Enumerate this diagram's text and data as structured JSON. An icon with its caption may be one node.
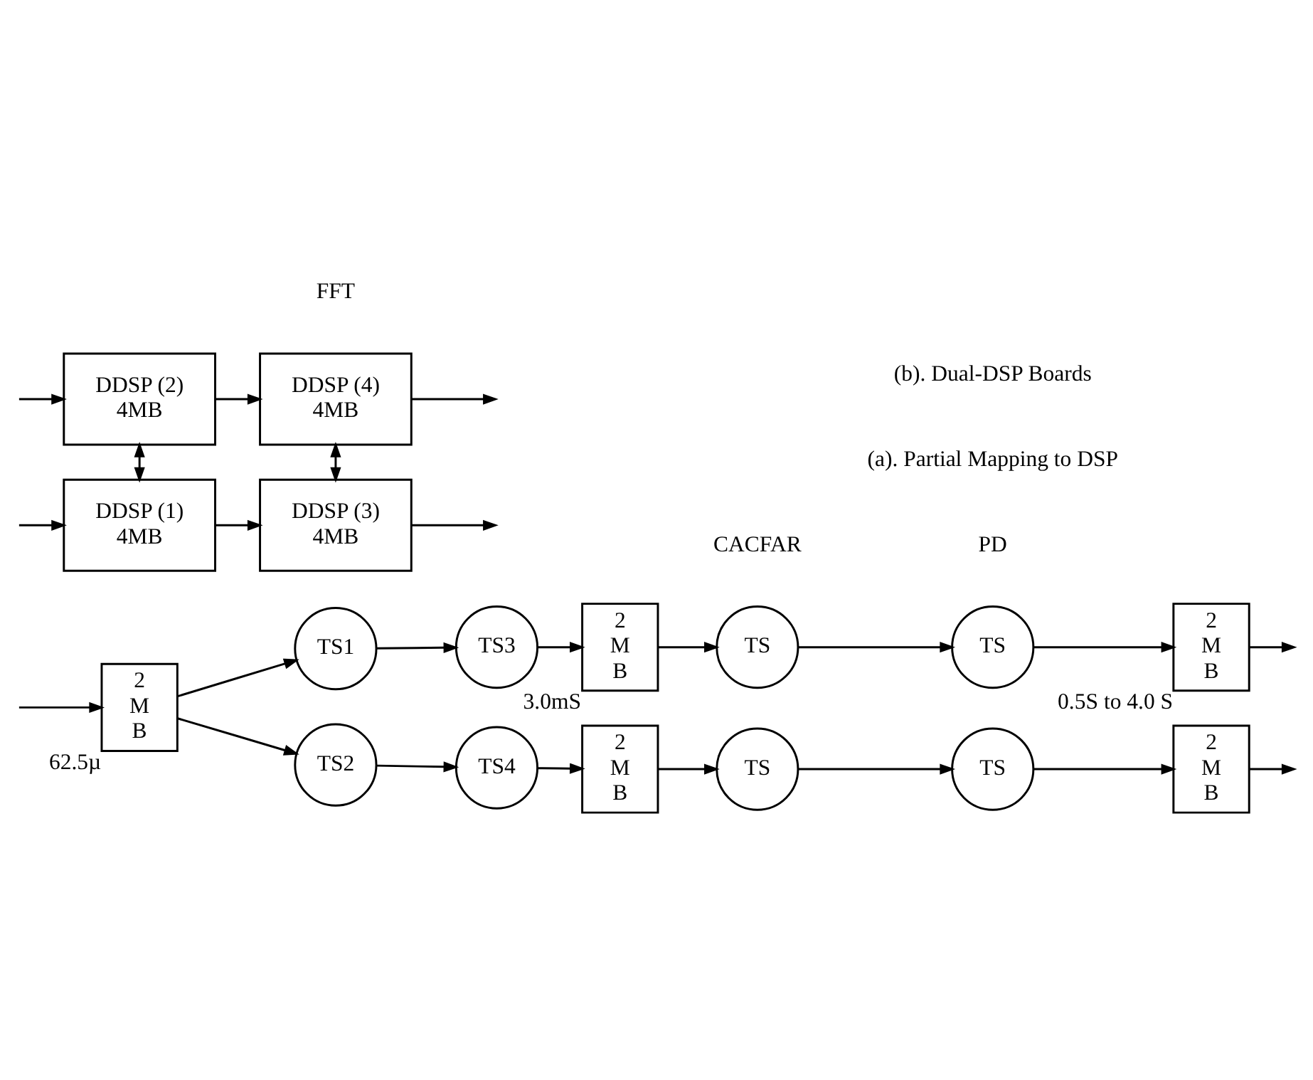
{
  "diagram": {
    "nodes": [
      {
        "text": [
          "2 M B"
        ],
        "beside": [
          "62.5µ"
        ]
      },
      {
        "text": [
          "TS1"
        ]
      },
      {
        "text": [
          "TS2"
        ]
      },
      {
        "text": [
          "TS3"
        ]
      },
      {
        "text": [
          "TS4"
        ]
      },
      {
        "text": [
          "2 M B"
        ],
        "beside": [
          "3.0mS"
        ]
      },
      {
        "text": [
          "2 M B"
        ]
      },
      {
        "text": [
          "TS"
        ]
      },
      {
        "text": [
          "TS"
        ]
      },
      {
        "text": [
          "TS"
        ]
      },
      {
        "text": [
          "TS"
        ]
      },
      {
        "text": [
          "2 M B"
        ],
        "beside": [
          "0.5S to 4.0 S"
        ]
      },
      {
        "text": [
          "2 M B"
        ]
      },
      {
        "text": [
          "DDSP (1)",
          "4MB"
        ]
      },
      {
        "text": [
          "DDSP (2)",
          "4MB"
        ]
      },
      {
        "text": [
          "DDSP (3)",
          "4MB"
        ]
      },
      {
        "text": [
          "DDSP (4)",
          "4MB"
        ]
      }
    ],
    "edges": [
      {
        "from": null,
        "to": 0,
        "arrow": "to"
      },
      {
        "from": 0,
        "to": 1,
        "arrow": "to"
      },
      {
        "from": 0,
        "to": 2,
        "arrow": "to"
      },
      {
        "from": 1,
        "to": 3,
        "arrow": "to"
      },
      {
        "from": 3,
        "to": 5,
        "arrow": "to"
      },
      {
        "from": 5,
        "to": 7,
        "arrow": "to"
      },
      {
        "from": 7,
        "to": 9,
        "arrow": "to"
      },
      {
        "from": 9,
        "to": 11,
        "arrow": "to"
      },
      {
        "from": 2,
        "to": 4,
        "arrow": "to"
      },
      {
        "from": 4,
        "to": 6,
        "arrow": "to"
      },
      {
        "from": 6,
        "to": 8,
        "arrow": "to"
      },
      {
        "from": 8,
        "to": 10,
        "arrow": "to"
      },
      {
        "from": 10,
        "to": 12,
        "arrow": "to"
      },
      {
        "from": 11,
        "to": null,
        "arrow": "to"
      },
      {
        "from": 12,
        "to": null,
        "arrow": "to"
      },
      {
        "from": null,
        "to": 13,
        "arrow": "to"
      },
      {
        "from": null,
        "to": 14,
        "arrow": "to"
      },
      {
        "from": 13,
        "to": 15,
        "arrow": "to"
      },
      {
        "from": 14,
        "to": 16,
        "arrow": "to"
      },
      {
        "from": 13,
        "to": 14,
        "arrow": "both"
      },
      {
        "from": 15,
        "to": 16,
        "arrow": "both"
      },
      {
        "from": 15,
        "to": null,
        "arrow": "to"
      },
      {
        "from": 16,
        "to": null,
        "arrow": "to"
      }
    ],
    "labels": [
      "FFT",
      "CACFAR",
      "PD",
      "(a). Partial Mapping to DSP",
      "(b). Dual-DSP Boards"
    ]
  }
}
